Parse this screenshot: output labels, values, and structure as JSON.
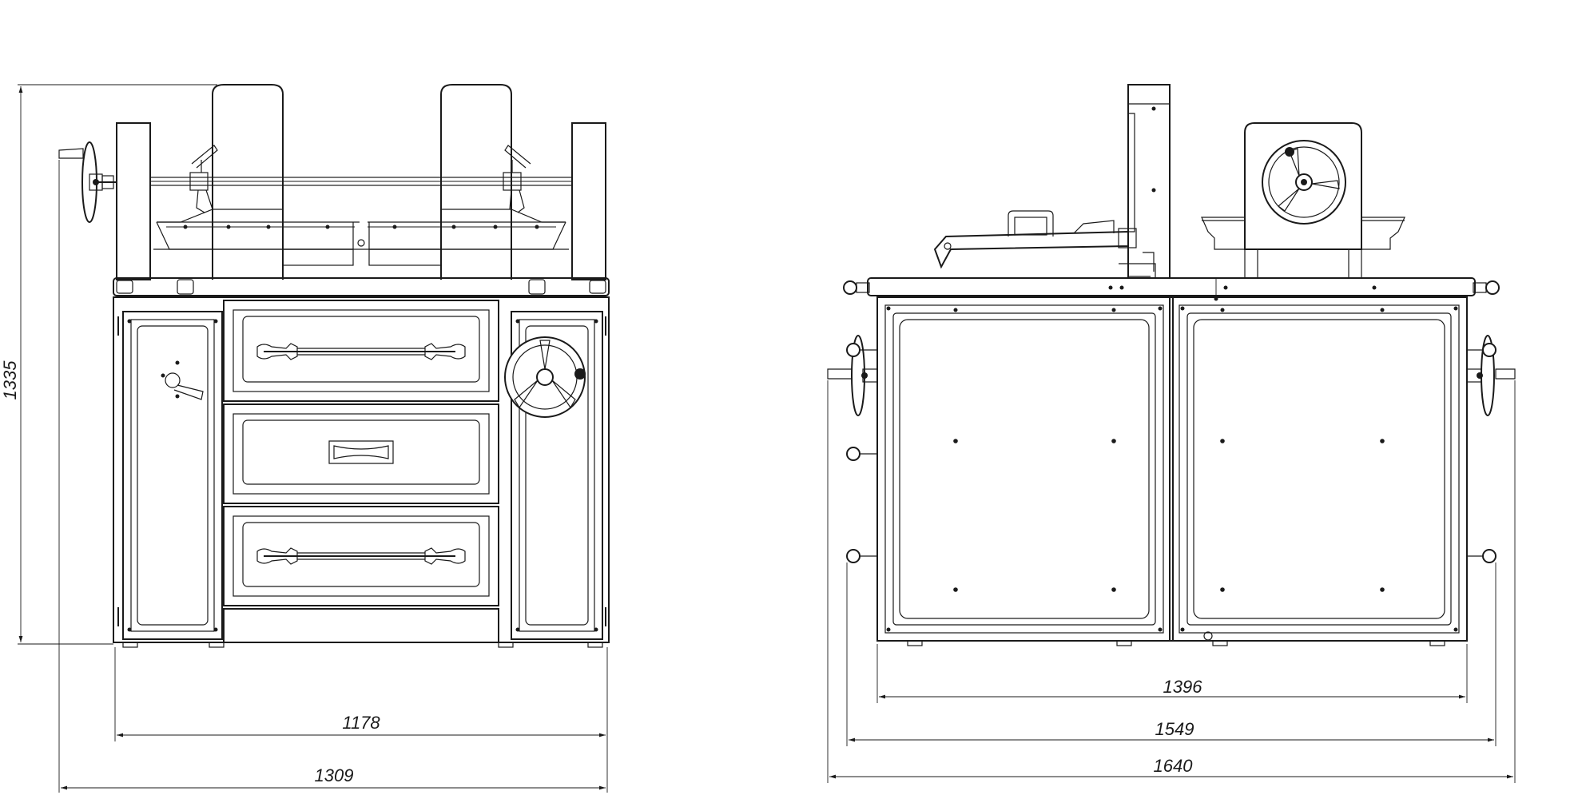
{
  "drawing": {
    "front_view": {
      "width_inner": "1178",
      "width_outer": "1309",
      "height": "1335"
    },
    "side_view": {
      "width_inner": "1396",
      "width_middle": "1549",
      "width_outer": "1640"
    }
  }
}
